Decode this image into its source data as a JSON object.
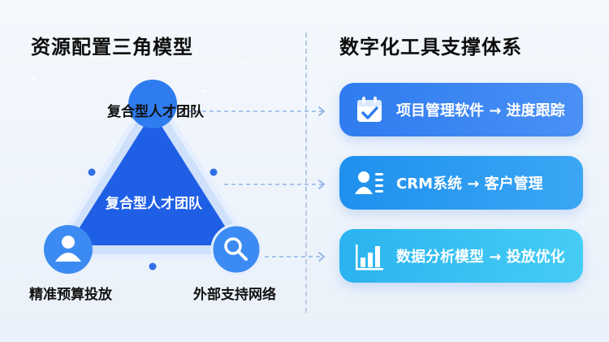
{
  "left_title": "资源配置三角模型",
  "right_title": "数字化工具支撑体系",
  "triangle": {
    "top_node_label": "复合型人才团队",
    "center_label": "复合型人才团队",
    "bottom_left_label": "精准预算投放",
    "bottom_right_label": "外部支持网络",
    "icons": [
      "person-icon",
      "magnifier-icon"
    ]
  },
  "tools": [
    {
      "label": "项目管理软件 → 进度跟踪",
      "icon": "calendar-check-icon"
    },
    {
      "label": "CRM系统 → 客户管理",
      "icon": "user-list-icon"
    },
    {
      "label": "数据分析模型 → 投放优化",
      "icon": "bar-chart-icon"
    }
  ],
  "colors": {
    "triangle_fill": "#1f5fe6",
    "node_fill": "#2f7cf0",
    "card_1": "#2f7cf0",
    "card_2": "#1f90ee",
    "card_3": "#2bb3f0"
  }
}
